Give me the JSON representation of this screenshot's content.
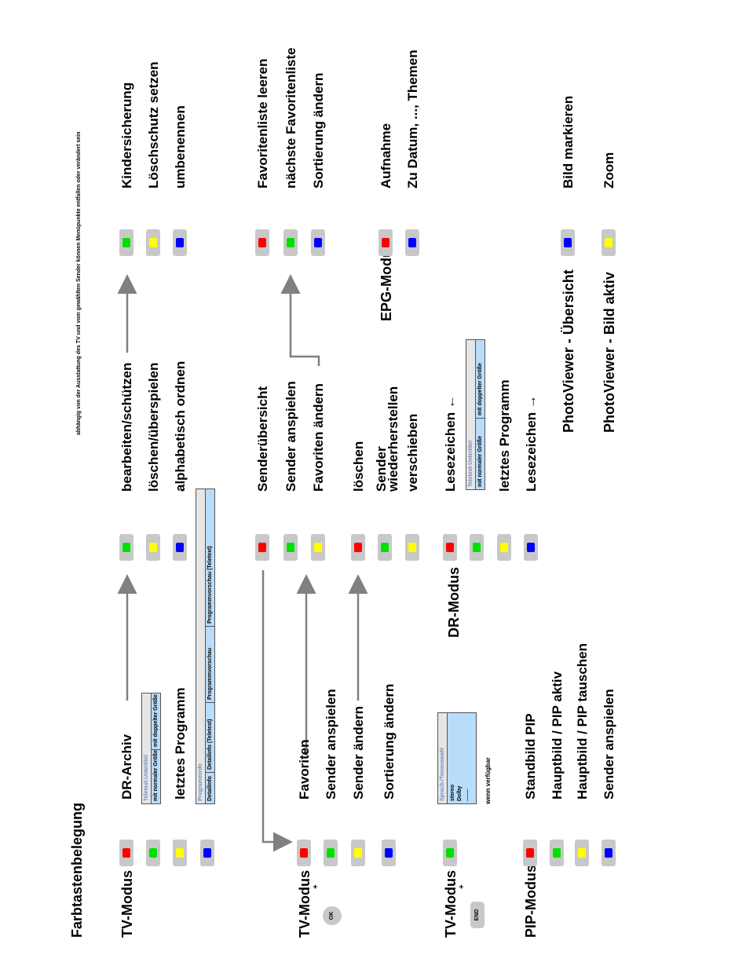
{
  "title": "Farbtastenbelegung",
  "note": "abhängig von der Ausstattung des TV und vom gewählten Sender können Menüpunkte entfallen oder verändert sein",
  "plus": "+",
  "colors": {
    "red": "#ff0000",
    "green": "#00e000",
    "yellow": "#ffff00",
    "blue": "#0000ff",
    "key_bg": "#c8c8c8",
    "arrow": "#808080",
    "box": "#b8dcfa"
  },
  "teletext": {
    "header": "Teletext-Untertitel",
    "normal": "mit normaler Größe",
    "double": "mit doppelter Größe"
  },
  "programminfo": {
    "header": "Programminfo",
    "c1": "Detailinfo",
    "c2": "Detailinfo (Teletext)",
    "c3": "Programmvorschau",
    "c4": "Programmvorschau (Teletext)"
  },
  "sound": {
    "header": "Sprach-/Tonauswahl",
    "l1": "stereo",
    "l2": "Dolby",
    "l3": "........",
    "note": "wenn verfügbar"
  },
  "g1": {
    "mode": "TV-Modus",
    "red": "DR-Archiv",
    "yellow": "letztes Programm",
    "sub_green": "bearbeiten/schützen",
    "sub_yellow": "löschen/überspielen",
    "sub_blue": "alphabetisch ordnen",
    "sub2_green": "Kindersicherung",
    "sub2_yellow": "Löschschutz setzen",
    "sub2_blue": "umbenennen"
  },
  "g2": {
    "mode": "TV-Modus",
    "key": "OK",
    "red": "Favoriten",
    "green": "Sender anspielen",
    "yellow": "Sender ändern",
    "blue": "Sortierung ändern",
    "fav_red": "Senderübersicht",
    "fav_green": "Sender anspielen",
    "fav_yellow": "Favoriten ändern",
    "fav2_red": "Favoritenliste leeren",
    "fav2_green": "nächste Favoritenliste",
    "fav2_blue": "Sortierung ändern",
    "sa_red": "löschen",
    "sa_green_1": "Sender",
    "sa_green_2": "wiederherstellen",
    "sa_yellow": "verschieben",
    "epg": "EPG-Modus",
    "epg_red": "Aufnahme",
    "epg_blue": "Zu Datum, ..., Themen"
  },
  "g3": {
    "mode": "TV-Modus",
    "key": "END",
    "dr": "DR-Modus",
    "red": "Lesezeichen ←",
    "yellow": "letztes Programm",
    "blue": "Lesezeichen →"
  },
  "g4": {
    "mode": "PIP-Modus",
    "red": "Standbild PIP",
    "green": "Hauptbild / PIP aktiv",
    "yellow": "Hauptbild / PIP tauschen",
    "blue": "Sender anspielen"
  },
  "photo": {
    "mode1": "PhotoViewer - Übersicht",
    "blue": "Bild markieren",
    "mode2": "PhotoViewer - Bild aktiv",
    "yellow": "Zoom"
  }
}
